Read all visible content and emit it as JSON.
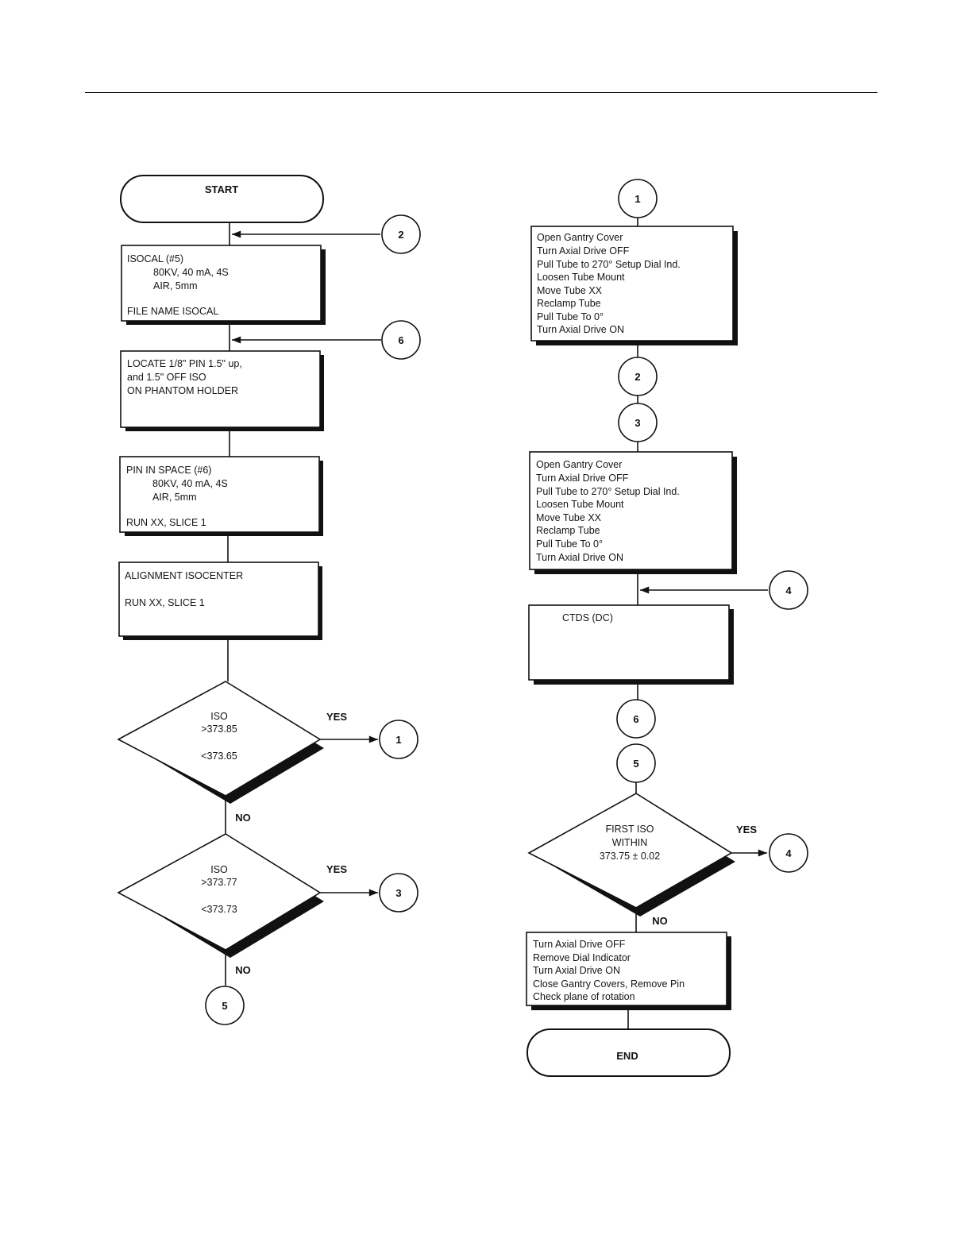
{
  "terminals": {
    "start": "START",
    "end": "END"
  },
  "process": {
    "isocal": [
      "ISOCAL    (#5)",
      "80KV, 40 mA, 4S",
      "AIR, 5mm",
      "FILE NAME ISOCAL"
    ],
    "locate": [
      "LOCATE 1/8\" PIN  1.5\" up,",
      "and 1.5\" OFF ISO",
      "ON PHANTOM HOLDER"
    ],
    "pin_in_space": [
      "PIN IN SPACE           (#6)",
      "80KV, 40 mA, 4S",
      "AIR, 5mm",
      "RUN XX,   SLICE       1"
    ],
    "alignment": [
      "ALIGNMENT  ISOCENTER",
      "RUN XX,   SLICE  1"
    ],
    "adjust_a": [
      "Open Gantry Cover",
      "Turn Axial Drive OFF",
      "Pull Tube to 270° Setup Dial Ind.",
      "Loosen Tube Mount",
      "Move Tube  XX",
      "Reclamp Tube",
      "Pull Tube To 0°",
      "Turn Axial Drive ON"
    ],
    "adjust_b": [
      "Open Gantry Cover",
      "Turn Axial Drive OFF",
      "Pull Tube to 270° Setup Dial Ind.",
      "Loosen Tube Mount",
      "Move Tube  XX",
      "Reclamp Tube",
      "Pull Tube To 0°",
      "Turn Axial Drive ON"
    ],
    "ctds": [
      "CTDS  (DC)"
    ],
    "finish": [
      "Turn Axial Drive OFF",
      "Remove Dial Indicator",
      "Turn Axial Drive ON",
      "Close Gantry Covers, Remove Pin",
      "Check plane of rotation"
    ]
  },
  "decisions": {
    "iso_1": [
      "ISO",
      ">373.85",
      "<373.65"
    ],
    "iso_2": [
      "ISO",
      ">373.77",
      "<373.73"
    ],
    "first_iso": [
      "FIRST ISO",
      "WITHIN",
      "373.75 ± 0.02"
    ]
  },
  "branch_labels": {
    "yes": "YES",
    "no": "NO"
  },
  "connectors": {
    "c1": "1",
    "c2": "2",
    "c3": "3",
    "c4": "4",
    "c5": "5",
    "c6": "6"
  }
}
